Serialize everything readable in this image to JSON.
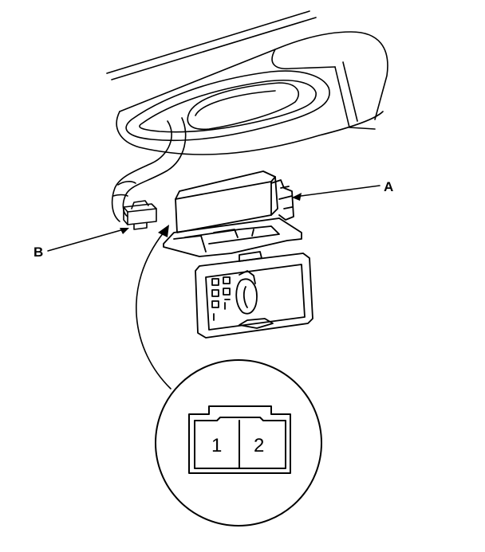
{
  "callouts": {
    "a": "A",
    "b": "B"
  },
  "connector_pins": {
    "pin1": "1",
    "pin2": "2"
  },
  "colors": {
    "line": "#000000",
    "background": "#ffffff"
  }
}
